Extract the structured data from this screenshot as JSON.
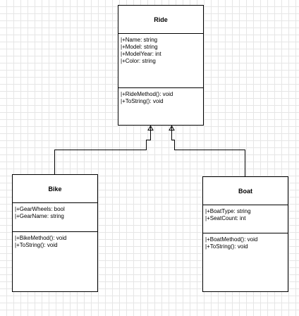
{
  "classes": {
    "ride": {
      "name": "Ride",
      "attributes": [
        "|+Name: string",
        "|+Model: string",
        "|+ModelYear: int",
        "|+Color: string"
      ],
      "methods": [
        "|+RideMethod(): void",
        "|+ToString(): void"
      ]
    },
    "bike": {
      "name": "Bike",
      "attributes": [
        "|+GearWheels: bool",
        "|+GearName: string"
      ],
      "methods": [
        "|+BikeMethod(): void",
        "|+ToString(): void"
      ]
    },
    "boat": {
      "name": "Boat",
      "attributes": [
        "|+BoatType: string",
        "|+SeatCount: int"
      ],
      "methods": [
        "|+BoatMethod(): void",
        "|+ToString(): void"
      ]
    }
  },
  "relationships": [
    {
      "type": "generalization",
      "from": "bike",
      "to": "ride"
    },
    {
      "type": "generalization",
      "from": "boat",
      "to": "ride"
    }
  ]
}
